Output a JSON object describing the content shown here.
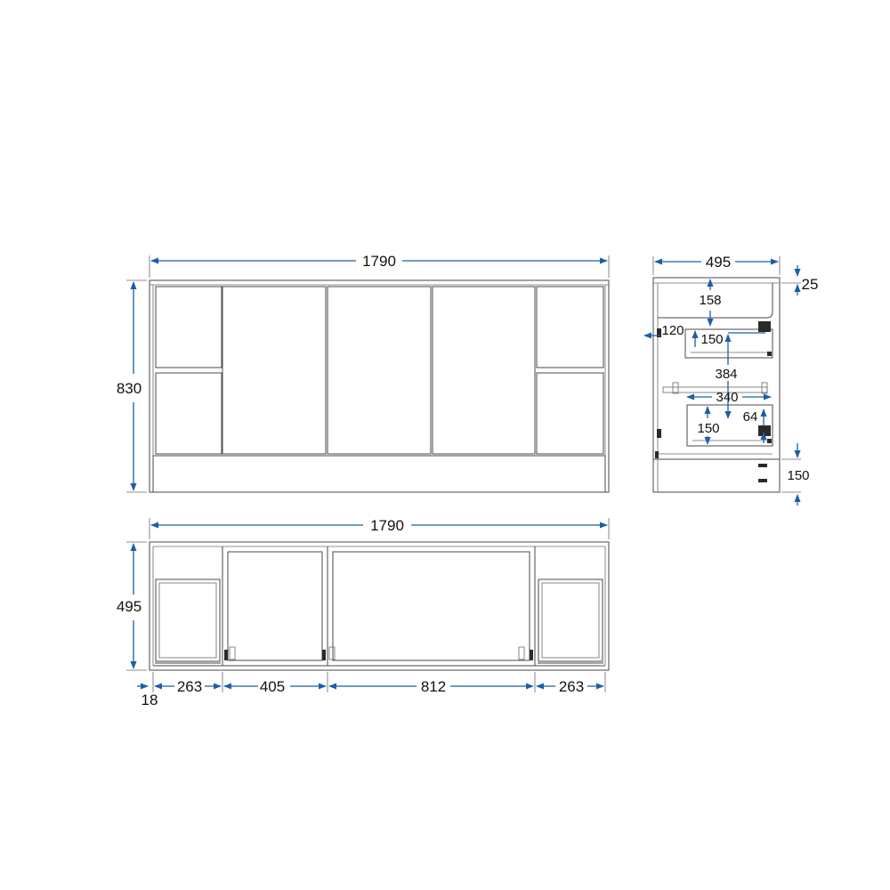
{
  "front_view": {
    "width_label": "1790",
    "height_label": "830"
  },
  "side_view": {
    "depth_label": "495",
    "top_thickness_label": "25",
    "upper_gap_label": "158",
    "drawer_front_label": "120",
    "upper_drawer_height_label": "150",
    "drawer_depth_label": "384",
    "drawer_inner_depth_label": "340",
    "lower_offset_label": "64",
    "lower_drawer_height_label": "150",
    "kick_height_label": "150"
  },
  "plan_view": {
    "width_label": "1790",
    "depth_label": "495",
    "panel_thickness_label": "18",
    "segments": [
      "263",
      "405",
      "812",
      "263"
    ]
  },
  "colors": {
    "dimension": "#1a5fa8",
    "outline": "#4a4a4a"
  }
}
